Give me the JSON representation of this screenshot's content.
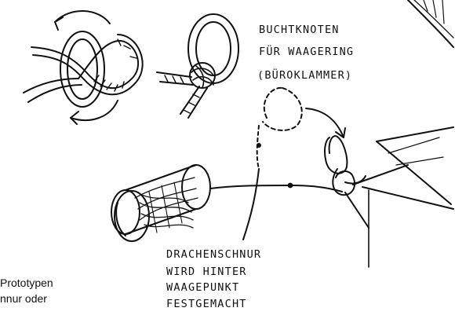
{
  "knot_caption": {
    "line1": "BUCHTKNOTEN",
    "line2": "FÜR WAAGERING",
    "line3": "(BÜROKLAMMER)"
  },
  "line_caption": {
    "line1": "DRACHENSCHNUR",
    "line2": "WIRD HINTER",
    "line3": "WAAGEPUNKT",
    "line4": "FESTGEMACHT"
  },
  "body_text": {
    "line1": "Prototypen",
    "line2": "nnur oder"
  }
}
